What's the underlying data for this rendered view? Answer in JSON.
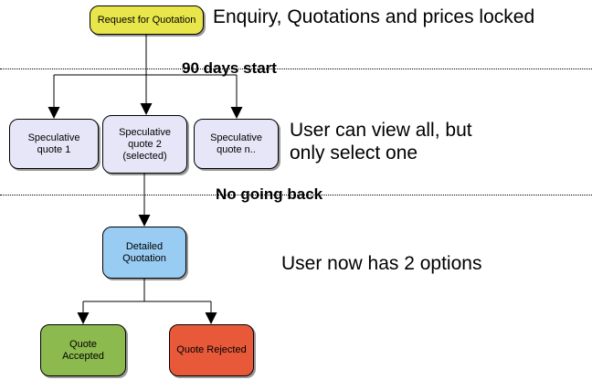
{
  "flowchart": {
    "nodes": {
      "request": {
        "label": "Request for Quotation",
        "color": "#e8e64a"
      },
      "spec1": {
        "label": "Speculative quote 1",
        "color": "#e6e6f8"
      },
      "spec2": {
        "label": "Speculative quote 2 (selected)",
        "color": "#e6e6f8"
      },
      "specn": {
        "label": "Speculative quote n..",
        "color": "#e6e6f8"
      },
      "detailed": {
        "label": "Detailed Quotation",
        "color": "#99ccf2"
      },
      "accepted": {
        "label": "Quote Accepted",
        "color": "#8cba4e"
      },
      "rejected": {
        "label": "Quote Rejected",
        "color": "#e8593a"
      }
    },
    "dividers": {
      "first": "90 days start",
      "second": "No going back"
    },
    "annotations": {
      "top": "Enquiry, Quotations and prices locked",
      "middle": "User can view all, but only select one",
      "bottom": "User now has 2 options"
    },
    "colors": {
      "line": "#000000",
      "background": "#ffffff"
    }
  }
}
